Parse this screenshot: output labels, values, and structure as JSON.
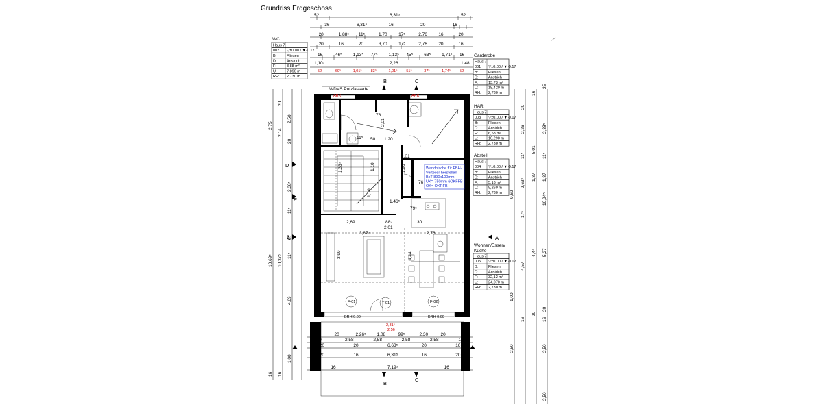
{
  "title": "Grundriss Erdgeschoss",
  "dim_rows_top": [
    [
      "52",
      "6,31⁵",
      "52"
    ],
    [
      "36",
      "6,31⁵",
      "16",
      "20",
      "16"
    ],
    [
      "20",
      "1,88⁵",
      "11⁵",
      "1,70",
      "17⁵",
      "2,76",
      "16",
      "20"
    ],
    [
      "20",
      "16",
      "20",
      "3,70",
      "17⁵",
      "2,76",
      "20",
      "16"
    ],
    [
      "16",
      "46⁵",
      "1,13⁵",
      "77⁵",
      "1,13⁵",
      "45⁵",
      "63⁵",
      "1,71⁵",
      "16"
    ],
    [
      "1,10⁵",
      "2,26",
      "1,48"
    ]
  ],
  "dim_row_red": [
    "52",
    "69⁵",
    "1,01⁵",
    "83⁵",
    "1,01⁵",
    "51⁵",
    "37⁵",
    "1,74⁵",
    "52"
  ],
  "dim_rows_bottom": [
    [
      "20",
      "20",
      "2,26⁵",
      "1,08",
      "99⁵",
      "2,30",
      "20",
      "16"
    ],
    [
      "20",
      "2,58",
      "2,58",
      "2,58",
      "2,58",
      "16"
    ],
    [
      "20",
      "20",
      "6,63⁵",
      "20",
      "16"
    ],
    [
      "20",
      "16",
      "6,31⁵",
      "16",
      "20"
    ],
    [
      "16",
      "7,19⁵",
      "16"
    ]
  ],
  "rooms": [
    {
      "name": "WC",
      "rows": [
        [
          "Haus 7",
          ""
        ],
        [
          "002",
          "▽±0.00 / ▼-0.17"
        ],
        [
          "B:",
          "Fliesen"
        ],
        [
          "D:",
          "Anstrich"
        ],
        [
          "F:",
          "3,88 m²"
        ],
        [
          "U:",
          "7,890 m"
        ],
        [
          "RH:",
          "2,730 m"
        ]
      ]
    },
    {
      "name": "Garderobe",
      "rows": [
        [
          "Haus 7",
          ""
        ],
        [
          "001",
          "▽±0.00 / ▼-0.17"
        ],
        [
          "B:",
          "Fliesen"
        ],
        [
          "D:",
          "Anstrich"
        ],
        [
          "F:",
          "13,73 m²"
        ],
        [
          "U:",
          "18,420 m"
        ],
        [
          "RH:",
          "2,730 m"
        ]
      ]
    },
    {
      "name": "HAR",
      "rows": [
        [
          "Haus 7",
          ""
        ],
        [
          "003",
          "▽±0.00 / ▼-0.17"
        ],
        [
          "B:",
          "Fliesen"
        ],
        [
          "D:",
          "Anstrich"
        ],
        [
          "F:",
          "6,58 m²"
        ],
        [
          "U:",
          "10,290 m"
        ],
        [
          "RH:",
          "2,730 m"
        ]
      ]
    },
    {
      "name": "Abstell",
      "rows": [
        [
          "Haus 7",
          ""
        ],
        [
          "004",
          "▽±0.00 / ▼-0.17"
        ],
        [
          "B:",
          "Fliesen"
        ],
        [
          "D:",
          "Anstrich"
        ],
        [
          "F:",
          "5,16 m²"
        ],
        [
          "U:",
          "9,260 m"
        ],
        [
          "RH:",
          "2,730 m"
        ]
      ]
    },
    {
      "name": "Wohnen/Essen/ Küche",
      "rows": [
        [
          "Haus 7",
          ""
        ],
        [
          "005",
          "▽±0.00 / ▼-0.17"
        ],
        [
          "B:",
          "Fliesen"
        ],
        [
          "D:",
          "Anstrich"
        ],
        [
          "F:",
          "32,12 m²"
        ],
        [
          "U:",
          "24,070 m"
        ],
        [
          "RH:",
          "2,730 m"
        ]
      ]
    }
  ],
  "labels": {
    "facade": "WDVS Putzfassade",
    "ark1": "ARK",
    "ark2": "ARK",
    "note_lines": [
      "Wandnische für FBH-",
      "Verteiler herstellen",
      "BxT 890x100mm",
      "UK= 750mm üOKFFB",
      "OK= OKRFB"
    ],
    "brh_left": "BRH 0.00",
    "brh_right": "BRH 0.00",
    "f01": "F-01",
    "t01": "T-01",
    "f02": "F-02",
    "red_bottom_1": "2,31⁵",
    "red_bottom_2": "2,56",
    "section_b": "B",
    "section_c": "C",
    "section_a": "A",
    "section_d": "D",
    "section_e": "E"
  },
  "inner_dims": [
    "76",
    "2,01",
    "1,20",
    "50",
    "11⁵",
    "1,33⁵",
    "1,10",
    "1,10",
    "2,01",
    "1,46⁵",
    "2,69",
    "88⁵",
    "30",
    "3,87⁵",
    "2,01",
    "2,76",
    "3,99",
    "4,44",
    "1,90",
    "76",
    "79⁵"
  ],
  "left_dims": [
    "2,75",
    "20",
    "2,14",
    "2,50",
    "20",
    "2,38⁵",
    "11⁵",
    "87",
    "11⁵",
    "10,69⁵",
    "10,37⁵",
    "4,69",
    "1,00",
    "16",
    "16"
  ],
  "right_dims": [
    "25",
    "16",
    "20",
    "2,26",
    "11⁵",
    "2,63⁵",
    "17⁵",
    "4,57",
    "1,00",
    "16",
    "20",
    "1,87",
    "5,01",
    "4,44",
    "16",
    "20",
    "2,38⁵",
    "11⁵",
    "1,87",
    "5,27",
    "9,62",
    "10,94⁵",
    "2,50",
    "2,50",
    "2,50"
  ]
}
